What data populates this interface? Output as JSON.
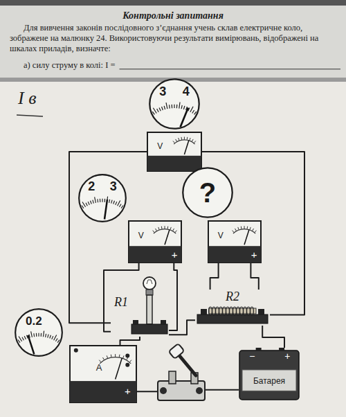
{
  "diagram": {
    "title": "Контрольні запитання",
    "nodes": [
      {
        "text": [
          "3",
          "4"
        ]
      },
      {
        "text": [
          "V"
        ]
      },
      {
        "text": [
          "2",
          "3"
        ]
      },
      {
        "text": [
          "V",
          "+"
        ]
      },
      {
        "text": [
          "?"
        ]
      },
      {
        "text": [
          "V",
          "+"
        ]
      },
      {
        "text": [
          "R1"
        ]
      },
      {
        "text": [
          "R2"
        ]
      },
      {
        "text": [
          "0.2"
        ]
      },
      {
        "text": [
          "A",
          "+"
        ]
      },
      {
        "text": [
          "−",
          "+",
          "Батарея"
        ]
      }
    ],
    "edges": [
      {
        "from": 1,
        "to": 6,
        "arrow": "none"
      },
      {
        "from": 1,
        "to": 7,
        "arrow": "none"
      },
      {
        "from": 3,
        "to": 6,
        "arrow": "none"
      },
      {
        "from": 3,
        "to": 6,
        "arrow": "none"
      },
      {
        "from": 9,
        "to": 6,
        "arrow": "none"
      },
      {
        "from": 6,
        "to": 7,
        "arrow": "none"
      },
      {
        "from": 5,
        "to": 7,
        "arrow": "none"
      },
      {
        "from": 5,
        "to": 7,
        "arrow": "none"
      },
      {
        "from": 7,
        "to": 10,
        "arrow": "none"
      },
      {
        "from": 10,
        "to": 9,
        "arrow": "none"
      }
    ],
    "labels": [
      "Для вивчення законів послідовного з’єднання учень склав електричне коло, зображене на малюнку 24. Використовуючи результати вимірювань, відображені на шкалах приладів, визначте:",
      "а) силу струму в колі: I =",
      "I в"
    ]
  }
}
